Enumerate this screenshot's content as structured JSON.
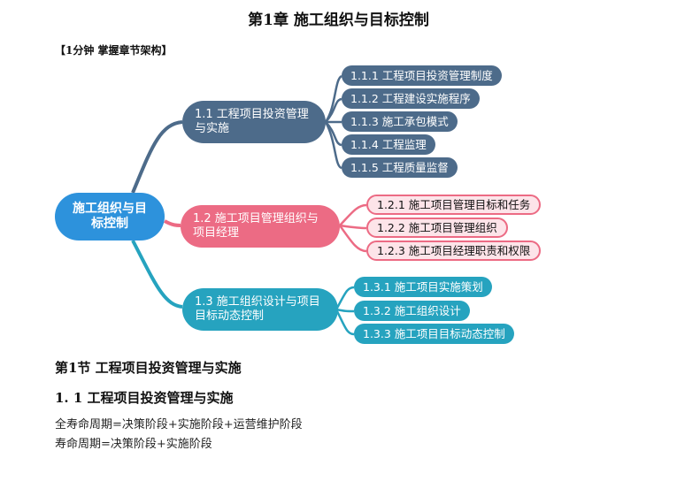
{
  "header": {
    "title": "第1章  施工组织与目标控制",
    "subtitle": "【1分钟  掌握章节架构】"
  },
  "mindmap": {
    "root": "施工组织与目标控制",
    "branches": [
      {
        "label": "1.1 工程项目投资管理与实施",
        "color": "#4d6b8a",
        "leaves": [
          "1.1.1 工程项目投资管理制度",
          "1.1.2 工程建设实施程序",
          "1.1.3 施工承包模式",
          "1.1.4 工程监理",
          "1.1.5 工程质量监督"
        ]
      },
      {
        "label": "1.2 施工项目管理组织与项目经理",
        "color": "#ec6b84",
        "leaves": [
          "1.2.1 施工项目管理目标和任务",
          "1.2.2 施工项目管理组织",
          "1.2.3  施工项目经理职责和权限"
        ]
      },
      {
        "label": "1.3 施工组织设计与项目目标动态控制",
        "color": "#26a3bf",
        "leaves": [
          "1.3.1 施工项目实施策划",
          "1.3.2 施工组织设计",
          "1.3.3 施工项目目标动态控制"
        ]
      }
    ]
  },
  "content": {
    "section_title": "第1节  工程项目投资管理与实施",
    "heading": "1. 1  工程项目投资管理与实施",
    "lines": [
      "全寿命周期=决策阶段+实施阶段+运营维护阶段",
      "寿命周期=决策阶段+实施阶段"
    ]
  }
}
